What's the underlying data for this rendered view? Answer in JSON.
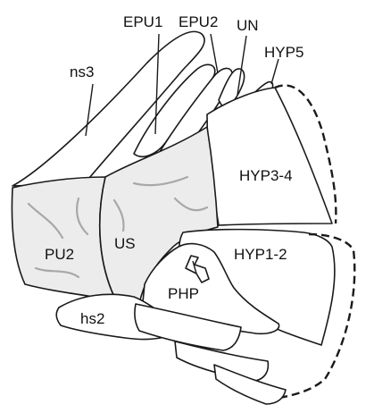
{
  "labels": {
    "epu1": "EPU1",
    "epu2": "EPU2",
    "un": "UN",
    "hyp5": "HYP5",
    "ns3": "ns3",
    "hyp34": "HYP3-4",
    "pu2": "PU2",
    "us": "US",
    "hyp12": "HYP1-2",
    "php": "PHP",
    "hs2": "hs2"
  },
  "colors": {
    "outline": "#1a1a1a",
    "shaded_fill": "#ececec",
    "texture": "#a8a8a8"
  }
}
